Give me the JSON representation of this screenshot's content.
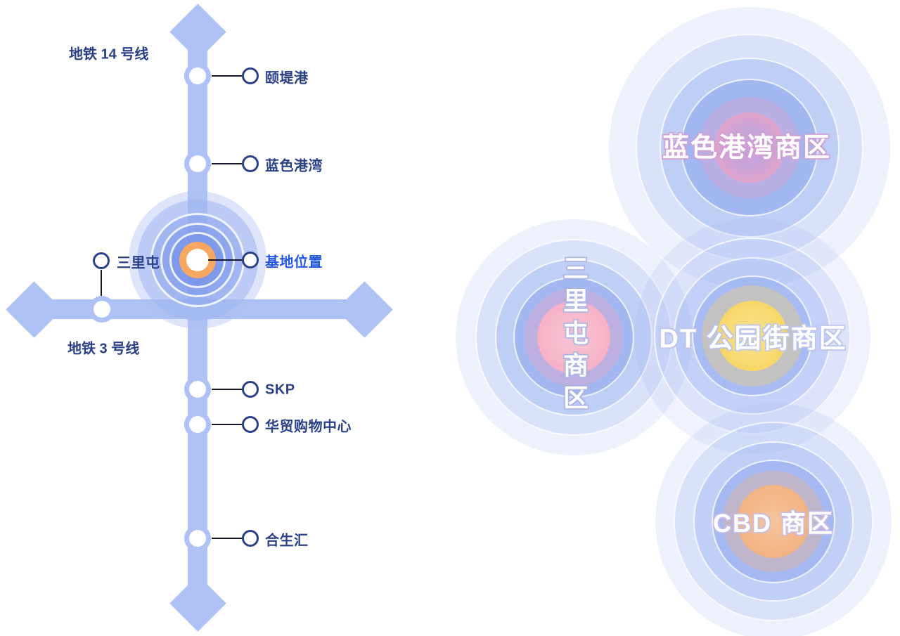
{
  "metro": {
    "line14_label": "地铁 14 号线",
    "line3_label": "地铁 3 号线",
    "stations": [
      {
        "id": "yiditigang",
        "label": "颐堤港"
      },
      {
        "id": "solana",
        "label": "蓝色港湾"
      },
      {
        "id": "sanlitun",
        "label": "三里屯"
      },
      {
        "id": "jidi",
        "label": "基地位置",
        "highlight": true
      },
      {
        "id": "skp",
        "label": "SKP"
      },
      {
        "id": "huamao",
        "label": "华贸购物中心"
      },
      {
        "id": "hesheng",
        "label": "合生汇"
      }
    ]
  },
  "districts": [
    {
      "id": "solana-district",
      "label": "蓝色港湾商区",
      "core_color": "#efaccb"
    },
    {
      "id": "sanlitun-district",
      "label": "三里屯商区",
      "core_color": "#f3a3c0",
      "orientation": "vertical"
    },
    {
      "id": "dt-park-district",
      "label": "DT 公园街商区",
      "core_color": "#f5cc49"
    },
    {
      "id": "cbd-district",
      "label": "CBD 商区",
      "core_color": "#f0ac7b"
    }
  ],
  "colors": {
    "metro_line": "#aec2f5",
    "station_label": "#2b4187",
    "base_label": "#2257e5",
    "base_marker": "#f7a75f",
    "ripple_blue": "#7c98ec"
  }
}
